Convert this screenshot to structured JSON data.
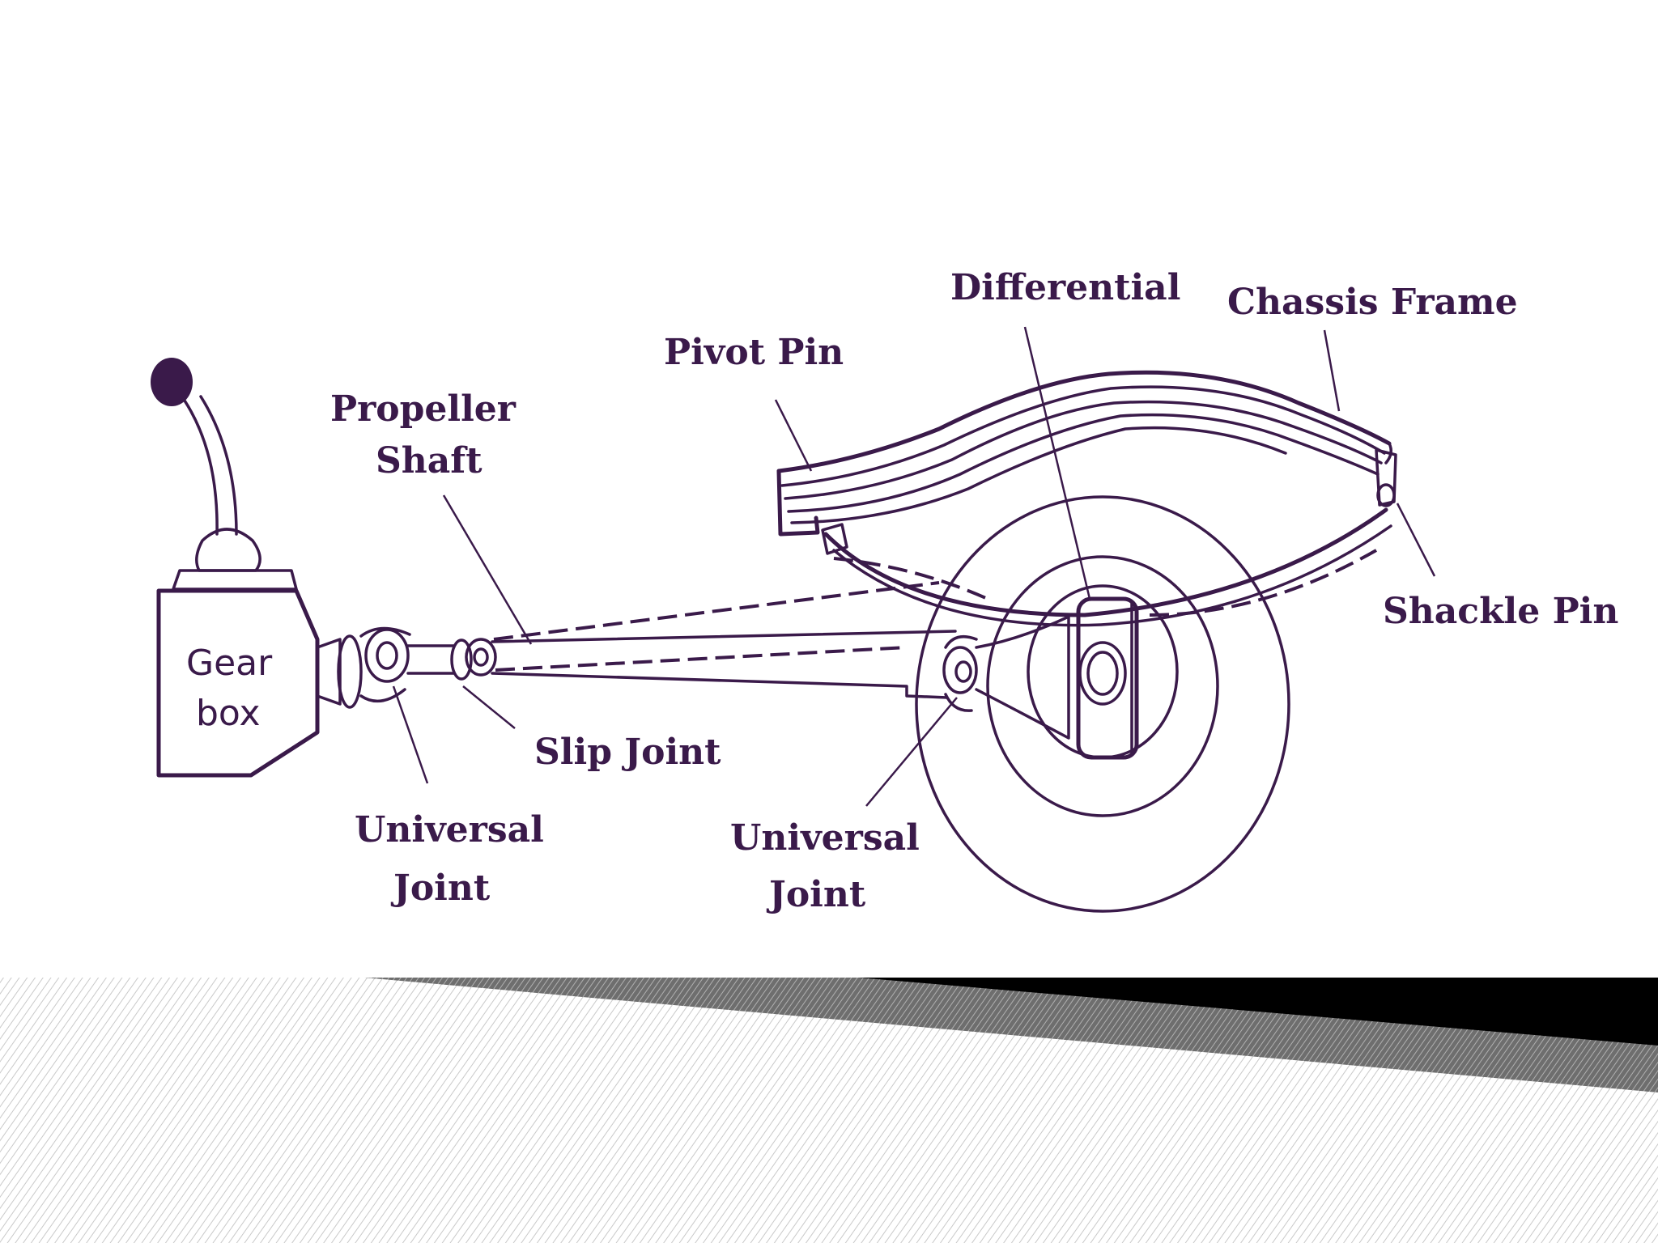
{
  "diagram": {
    "labels": {
      "differential": "Differential",
      "chassis_frame": "Chassis Frame",
      "pivot_pin": "Pivot Pin",
      "propeller_shaft_line1": "Propeller",
      "propeller_shaft_line2": "Shaft",
      "shackle_pin": "Shackle Pin",
      "slip_joint": "Slip Joint",
      "universal_joint_left_line1": "Universal",
      "universal_joint_left_line2": "Joint",
      "universal_joint_right_line1": "Universal",
      "universal_joint_right_line2": "Joint",
      "gear_box_line1": "Gear",
      "gear_box_line2": "box"
    },
    "colors": {
      "ink": "#3a1a4a",
      "background": "#ffffff",
      "band_dark": "#000000",
      "band_mid": "#8a8a8a"
    }
  }
}
